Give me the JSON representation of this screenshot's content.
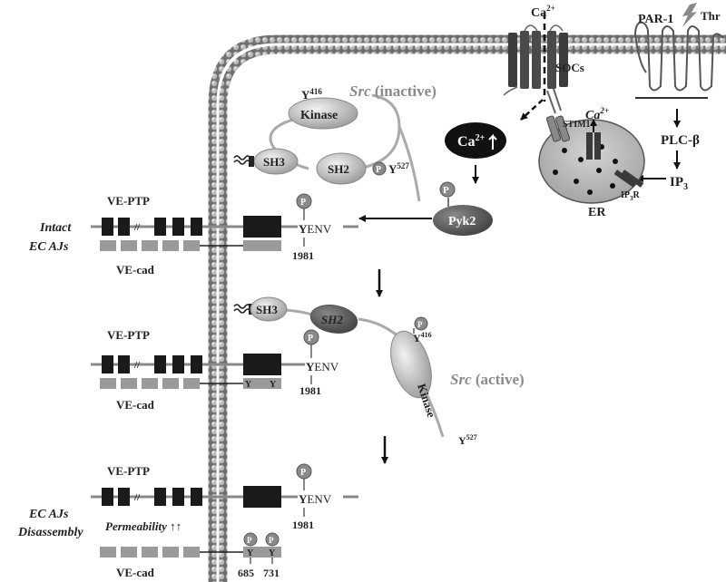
{
  "membrane": {
    "calcium_label": "Ca",
    "calcium_sup": "2+",
    "socs_label": "SOCs",
    "par1_label": "PAR-1",
    "thrombin_label": "Thr"
  },
  "src_inactive": {
    "title_italic": "Src",
    "title_rest": " (inactive)",
    "kinase": "Kinase",
    "y416_y": "Y",
    "y416_num": "416",
    "sh3": "SH3",
    "sh2": "SH2",
    "p": "P",
    "y527_y": "Y",
    "y527_num": "527"
  },
  "er": {
    "stim1": "STIM1",
    "ca_label": "Ca",
    "ca_sup": "2+",
    "er_label": "ER",
    "ip3r_a": "IP",
    "ip3r_sub": "3",
    "ip3r_b": "R"
  },
  "cytosol": {
    "ca_bubble": "Ca",
    "ca_bubble_sup": "2+",
    "pyk2": "Pyk2",
    "p": "P",
    "plc": "PLC-β",
    "ip3": "IP",
    "ip3_sub": "3"
  },
  "panel1": {
    "state_line1": "Intact",
    "state_line2": "EC AJs",
    "vept": "VE-PTP",
    "slashes": "//",
    "p": "P",
    "y": "Y",
    "env": "ENV",
    "residue": "1981",
    "vecad": "VE-cad"
  },
  "panel2": {
    "vept": "VE-PTP",
    "slashes": "//",
    "p": "P",
    "y": "Y",
    "env": "ENV",
    "residue": "1981",
    "vecad": "VE-cad",
    "y_left": "Y",
    "y_right": "Y",
    "sh3": "SH3",
    "sh2": "SH2",
    "kinase": "Kinase",
    "y416_y": "Y",
    "y416_num": "416",
    "y527_y": "Y",
    "y527_num": "527",
    "src_italic": "Src",
    "src_rest": " (active)"
  },
  "panel3": {
    "state_line1": "EC AJs",
    "state_line2": "Disassembly",
    "vept": "VE-PTP",
    "slashes": "//",
    "p": "P",
    "y": "Y",
    "env": "ENV",
    "residue": "1981",
    "permeability": "Permeability ↑↑",
    "vecad": "VE-cad",
    "y_left": "Y",
    "y_right": "Y",
    "res_left": "685",
    "res_right": "731"
  }
}
